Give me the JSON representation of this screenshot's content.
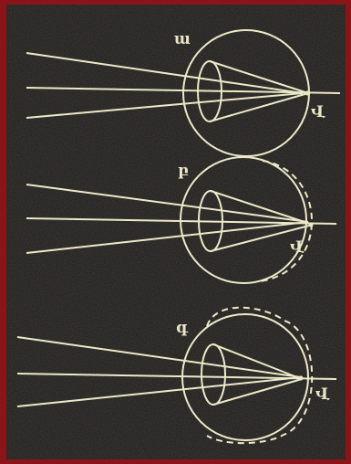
{
  "panels": [
    {
      "id": "top",
      "letter": "ա",
      "focus_label": "Վ"
    },
    {
      "id": "middle",
      "letter": "բ",
      "focus_label": "Վ"
    },
    {
      "id": "bottom",
      "letter": "գ",
      "focus_label": "Վ"
    }
  ],
  "colors": {
    "border": "#8a1418",
    "background": "#1c1a18",
    "ink": "#ece9c9"
  }
}
